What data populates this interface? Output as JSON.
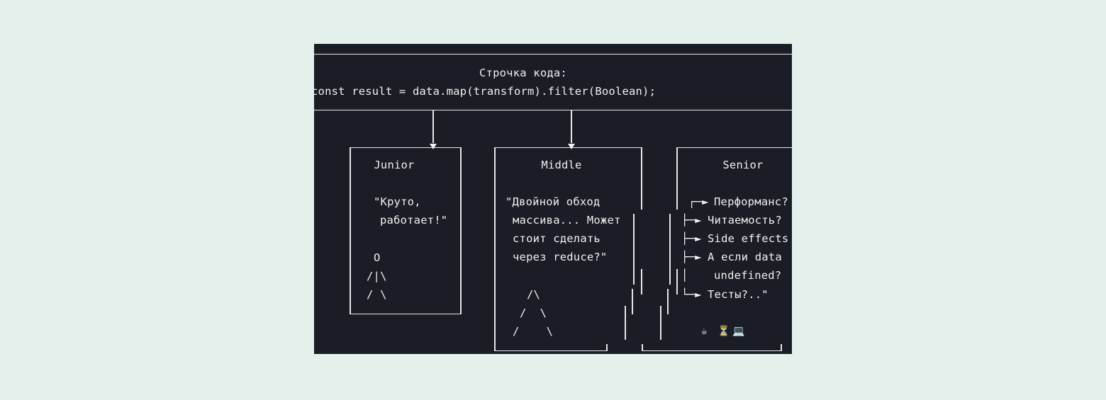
{
  "header": {
    "label": "Строчка кода:",
    "code": "const result = data.map(transform).filter(Boolean);"
  },
  "boxes": {
    "junior": {
      "title": "Junior",
      "quote_lines": [
        "\"Круто,",
        "работает!\""
      ],
      "figure_lines": [
        "O",
        "/|\\",
        "/ \\"
      ]
    },
    "middle": {
      "title": "Middle",
      "quote_lines": [
        "\"Двойной обход",
        "массива... Может",
        "стоит сделать",
        "через reduce?\""
      ],
      "figure_lines": [
        "/\\",
        "/  \\",
        "/    \\"
      ]
    },
    "senior": {
      "title": "Senior",
      "branches": [
        {
          "glyph": "┌─►",
          "text": "Перформанс?"
        },
        {
          "glyph": "├─►",
          "text": "Читаемость?"
        },
        {
          "glyph": "├─►",
          "text": "Side effects"
        },
        {
          "glyph": "├─►",
          "text": "А если data"
        },
        {
          "glyph": "│",
          "text": "undefined?"
        },
        {
          "glyph": "└─►",
          "text": "Тесты?..\""
        }
      ],
      "emojis": [
        "☕",
        "⏳",
        "💻"
      ]
    }
  }
}
